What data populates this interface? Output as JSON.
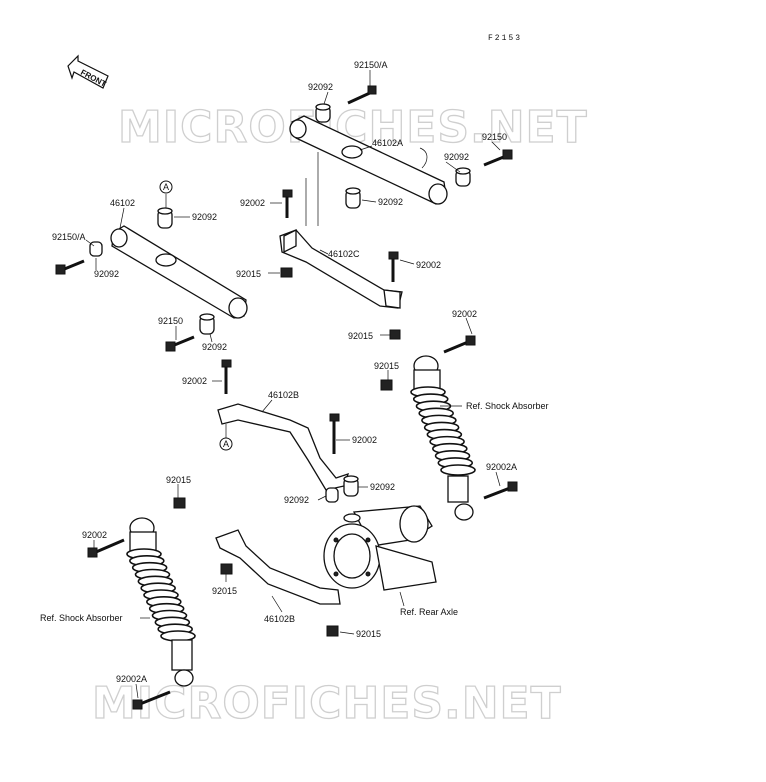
{
  "figure_code": "F2153",
  "front_label": "FRONT",
  "watermark": "MICROFICHES.NET",
  "callouts": {
    "c1": "92150/A",
    "c2": "92092",
    "c3": "46102A",
    "c4": "92150",
    "c5": "92092",
    "c6": "92092",
    "c7": "92002",
    "c8": "46102",
    "c9": "92092",
    "c10": "92150/A",
    "c11": "92092",
    "c12": "46102C",
    "c13": "92002",
    "c14": "92015",
    "c15": "92150",
    "c16": "92092",
    "c17": "92015",
    "c18": "92002",
    "c19": "92015",
    "c20": "92002",
    "c21": "46102B",
    "c22": "92002",
    "c23": "92002A",
    "c24": "92092",
    "c25": "92092",
    "c26": "92015",
    "c27": "92002",
    "c28": "92015",
    "c29": "46102B",
    "c30": "92015",
    "c31": "92002A"
  },
  "ref_labels": {
    "shock_right": "Ref. Shock Absorber",
    "shock_left": "Ref. Shock Absorber",
    "rear_axle": "Ref. Rear Axle"
  },
  "markers": {
    "a_top": "A",
    "a_bottom": "A"
  }
}
